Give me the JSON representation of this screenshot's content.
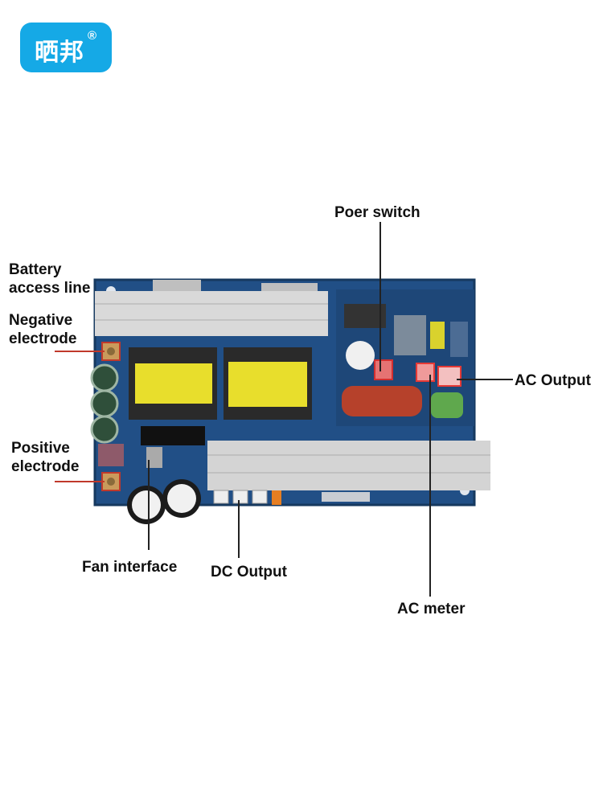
{
  "logo": {
    "text": "晒邦",
    "registered_mark": "®"
  },
  "labels": {
    "power_switch": "Poer switch",
    "battery_line_1": "Battery",
    "battery_line_2": "access line",
    "negative_line_1": "Negative",
    "negative_line_2": "electrode",
    "positive_line_1": "Positive",
    "positive_line_2": "electrode",
    "ac_output": "AC Output",
    "fan_interface": "Fan interface",
    "dc_output": "DC Output",
    "ac_meter": "AC meter"
  },
  "colors": {
    "logo_bg": "#15a9e6",
    "pcb": "#214f86",
    "heatsink": "#d9d9d9",
    "transformer_tape": "#e8de2c"
  }
}
